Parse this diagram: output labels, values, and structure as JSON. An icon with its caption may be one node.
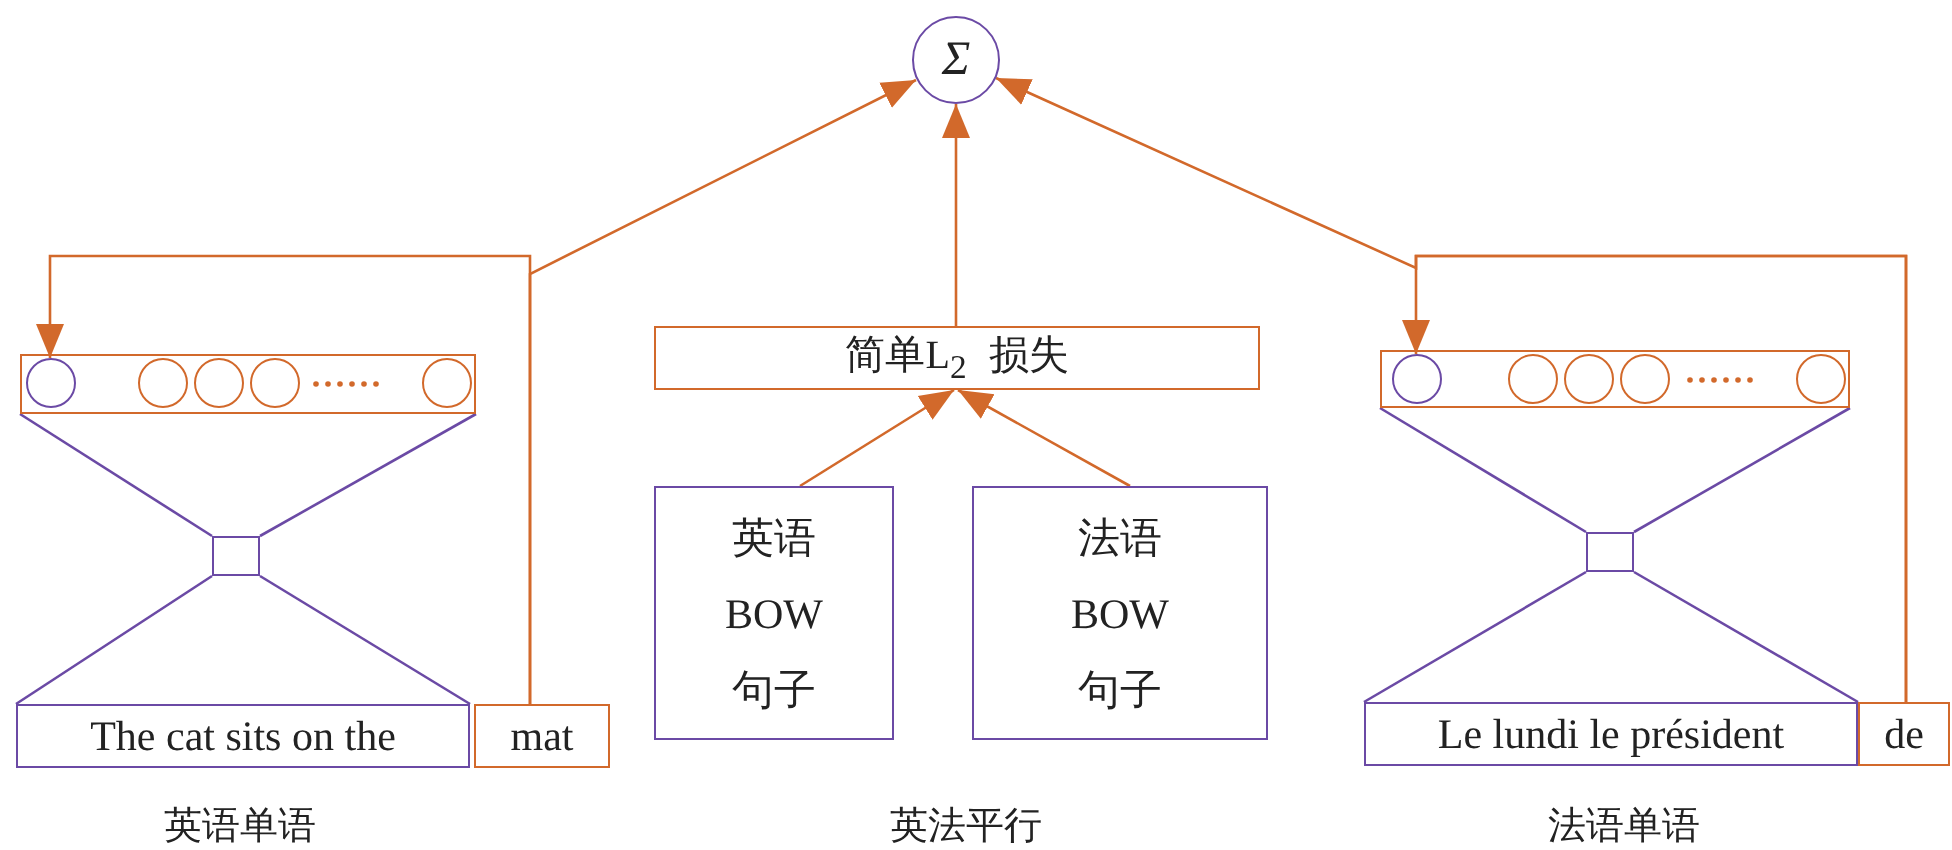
{
  "diagram": {
    "nodes": [
      {
        "text": [
          "Σ"
        ]
      },
      {
        "text": [],
        "shape": "box"
      },
      {
        "text": [],
        "shape": "circle",
        "in": 1
      },
      {
        "text": [],
        "shape": "circle",
        "in": 1
      },
      {
        "text": [],
        "shape": "circle",
        "in": 1
      },
      {
        "text": [],
        "shape": "circle",
        "in": 1
      },
      {
        "text": [],
        "shape": "circle",
        "in": 1
      },
      {
        "text": [],
        "shape": "box"
      },
      {
        "text": [],
        "shape": "circle",
        "in": 7
      },
      {
        "text": [],
        "shape": "circle",
        "in": 7
      },
      {
        "text": [],
        "shape": "circle",
        "in": 7
      },
      {
        "text": [],
        "shape": "circle",
        "in": 7
      },
      {
        "text": [],
        "shape": "circle",
        "in": 7
      },
      {
        "text": [
          "简单L$_{2}$ 损失"
        ]
      },
      {
        "text": [
          "英语 BOW 句子"
        ]
      },
      {
        "text": [
          "法语 BOW 句子"
        ]
      },
      {
        "text": [],
        "shape": "box"
      },
      {
        "text": [
          "The cat sits on the"
        ]
      },
      {
        "text": [
          "mat"
        ]
      },
      {
        "text": [],
        "shape": "box"
      },
      {
        "text": [
          "Le lundi le président"
        ]
      },
      {
        "text": [
          "de"
        ]
      }
    ],
    "edges": [
      {
        "from": 13,
        "to": 0,
        "arrow": "to",
        "color": "#d2692b"
      },
      {
        "from": 14,
        "to": 13,
        "arrow": "to",
        "color": "#d2692b"
      },
      {
        "from": 15,
        "to": 13,
        "arrow": "to",
        "color": "#d2692b"
      },
      {
        "from": 18,
        "to": 2,
        "arrow": "to",
        "color": "#d2692b"
      },
      {
        "from": 18,
        "to": 0,
        "arrow": "to",
        "color": "#d2692b"
      },
      {
        "from": 21,
        "to": 8,
        "arrow": "to",
        "color": "#d2692b"
      },
      {
        "from": 21,
        "to": 0,
        "arrow": "to",
        "color": "#d2692b"
      },
      {
        "from": 1,
        "to": 16,
        "arrow": "none",
        "color": "#6b4aa5"
      },
      {
        "from": 1,
        "to": 16,
        "arrow": "none",
        "color": "#6b4aa5"
      },
      {
        "from": 16,
        "to": 17,
        "arrow": "none",
        "color": "#6b4aa5"
      },
      {
        "from": 16,
        "to": 17,
        "arrow": "none",
        "color": "#6b4aa5"
      },
      {
        "from": 7,
        "to": 19,
        "arrow": "none",
        "color": "#6b4aa5"
      },
      {
        "from": 7,
        "to": 19,
        "arrow": "none",
        "color": "#6b4aa5"
      },
      {
        "from": 19,
        "to": 20,
        "arrow": "none",
        "color": "#6b4aa5"
      },
      {
        "from": 19,
        "to": 20,
        "arrow": "none",
        "color": "#6b4aa5"
      }
    ],
    "labels": [
      "英语单语",
      "英法平行",
      "法语单语"
    ]
  }
}
